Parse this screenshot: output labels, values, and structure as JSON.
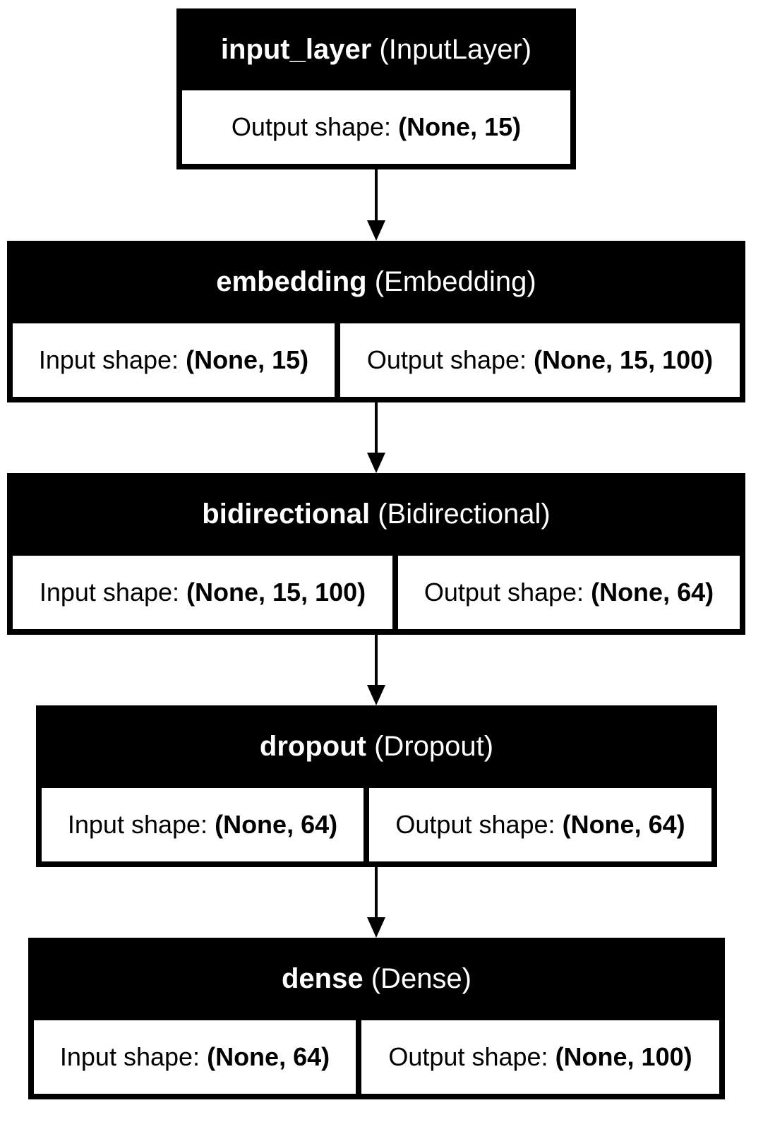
{
  "layers": [
    {
      "name": "input_layer",
      "type": "(InputLayer)",
      "shapes": [
        {
          "label": "Output shape:",
          "value": "(None, 15)"
        }
      ]
    },
    {
      "name": "embedding",
      "type": "(Embedding)",
      "shapes": [
        {
          "label": "Input shape:",
          "value": "(None, 15)"
        },
        {
          "label": "Output shape:",
          "value": "(None, 15, 100)"
        }
      ]
    },
    {
      "name": "bidirectional",
      "type": "(Bidirectional)",
      "shapes": [
        {
          "label": "Input shape:",
          "value": "(None, 15, 100)"
        },
        {
          "label": "Output shape:",
          "value": "(None, 64)"
        }
      ]
    },
    {
      "name": "dropout",
      "type": "(Dropout)",
      "shapes": [
        {
          "label": "Input shape:",
          "value": "(None, 64)"
        },
        {
          "label": "Output shape:",
          "value": "(None, 64)"
        }
      ]
    },
    {
      "name": "dense",
      "type": "(Dense)",
      "shapes": [
        {
          "label": "Input shape:",
          "value": "(None, 64)"
        },
        {
          "label": "Output shape:",
          "value": "(None, 100)"
        }
      ]
    }
  ],
  "colors": {
    "node_fill": "#000000",
    "cell_fill": "#ffffff",
    "header_text": "#ffffff",
    "edge": "#000000"
  }
}
